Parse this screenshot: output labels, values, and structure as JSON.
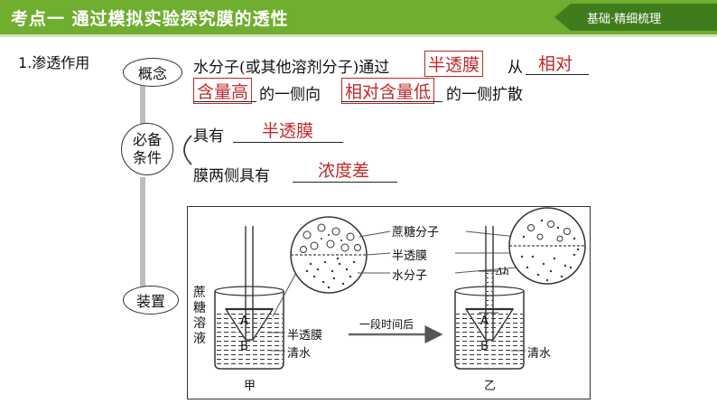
{
  "header": {
    "title": "考点一  通过模拟实验探究膜的透性",
    "tag": "基础·精细梳理"
  },
  "section": {
    "title": "1.渗透作用"
  },
  "concept": {
    "label": "概念",
    "text_part1": "水分子(或其他溶剂分子)通过",
    "answer1": "半透膜",
    "text_part2": "从",
    "answer2": "相对",
    "answer3": "含量高",
    "text_part3": "的一侧向",
    "answer4": "相对含量低",
    "text_part4": "的一侧扩散"
  },
  "conditions": {
    "label_line1": "必备",
    "label_line2": "条件",
    "item1_text": "具有",
    "item1_answer": "半透膜",
    "item2_text": "膜两侧具有",
    "item2_answer": "浓度差"
  },
  "apparatus": {
    "label": "装置",
    "left_solution_label": [
      "蔗",
      "糖",
      "溶",
      "液"
    ],
    "membrane_label": "半透膜",
    "water_label": "清水",
    "region_a": "A",
    "region_b": "B",
    "arrow_label": "一段时间后",
    "legend_sucrose": "蔗糖分子",
    "legend_membrane": "半透膜",
    "legend_water": "水分子",
    "delta_h": "Δh",
    "right_water_label": "清水",
    "caption_left": "甲",
    "caption_right": "乙"
  }
}
